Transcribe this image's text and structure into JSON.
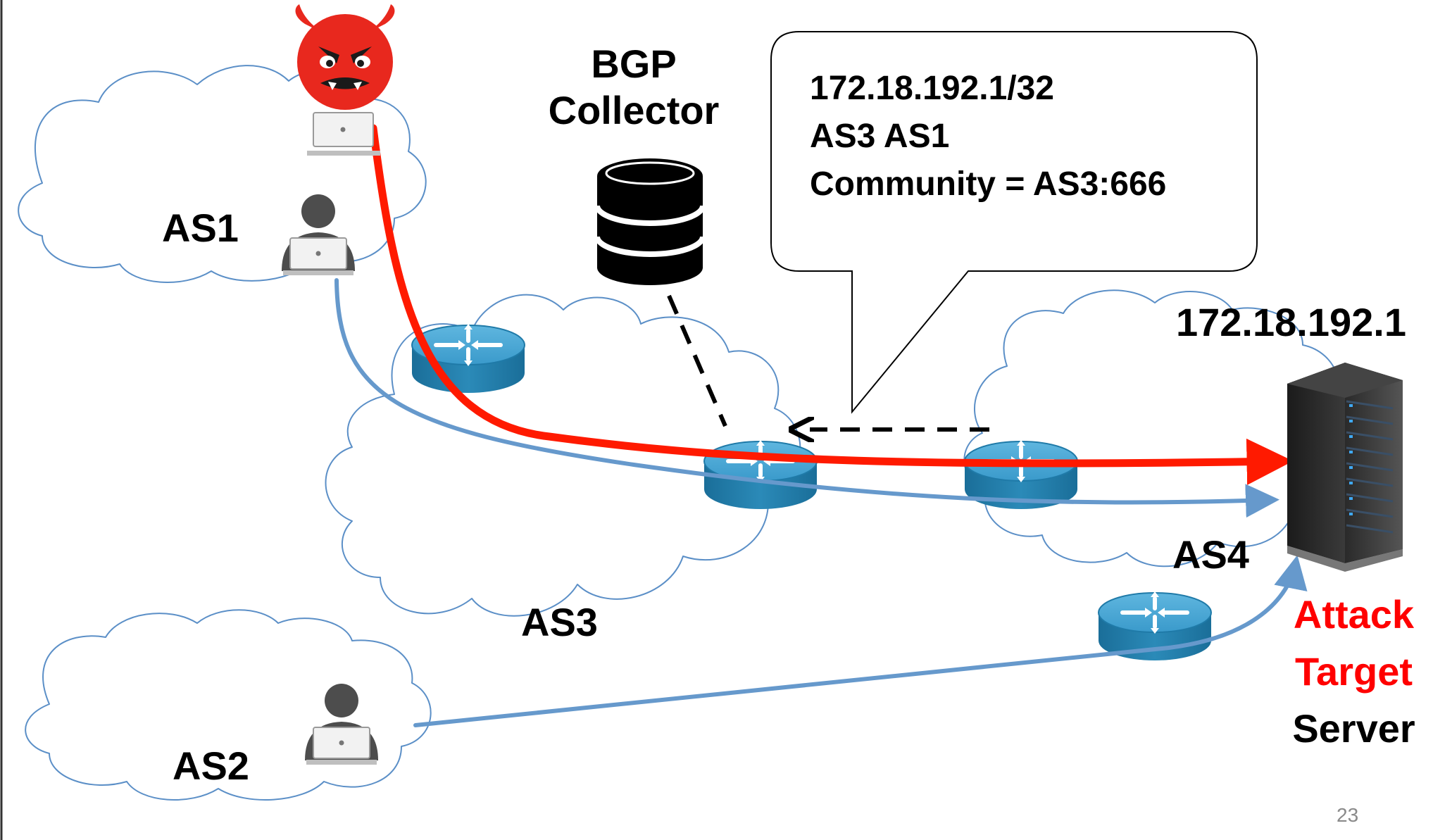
{
  "diagram": {
    "as_labels": {
      "as1": "AS1",
      "as2": "AS2",
      "as3": "AS3",
      "as4": "AS4"
    },
    "collector": {
      "line1": "BGP",
      "line2": "Collector"
    },
    "announcement": {
      "prefix": "172.18.192.1/32",
      "as_path": "AS3 AS1",
      "community": "Community = AS3:666"
    },
    "target": {
      "ip": "172.18.192.1",
      "line1": "Attack",
      "line2": "Target",
      "line3": "Server"
    },
    "colors": {
      "attack_path": "#ff1a00",
      "legit_path": "#6699cc",
      "cloud_outline": "#5b8fc7",
      "router": "#2b8ab8",
      "target_label": "#ff0000",
      "devil": "#e8281e"
    }
  },
  "slide_number": "23"
}
